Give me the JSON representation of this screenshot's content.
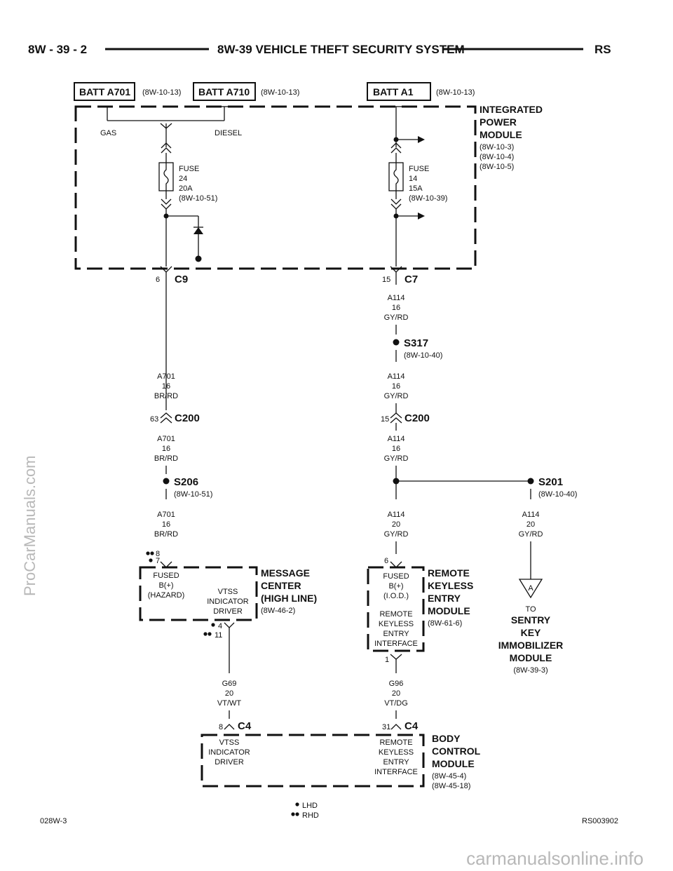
{
  "header": {
    "page": "8W - 39 - 2",
    "title": "8W-39 VEHICLE THEFT SECURITY SYSTEM",
    "code": "RS"
  },
  "batteries": [
    {
      "label": "BATT A701",
      "ref": "(8W-10-13)"
    },
    {
      "label": "BATT A710",
      "ref": "(8W-10-13)"
    },
    {
      "label": "BATT A1",
      "ref": "(8W-10-13)"
    }
  ],
  "ipm": {
    "name_lines": [
      "INTEGRATED",
      "POWER",
      "MODULE"
    ],
    "refs": [
      "(8W-10-3)",
      "(8W-10-4)",
      "(8W-10-5)"
    ],
    "gas": "GAS",
    "diesel": "DIESEL",
    "fuse24": [
      "FUSE",
      "24",
      "20A",
      "(8W-10-51)"
    ],
    "fuse14": [
      "FUSE",
      "14",
      "15A",
      "(8W-10-39)"
    ]
  },
  "connectors": {
    "c9": {
      "name": "C9",
      "pin": "6"
    },
    "c7": {
      "name": "C7",
      "pin": "15"
    },
    "c200_left": {
      "name": "C200",
      "pin": "63"
    },
    "c200_right": {
      "name": "C200",
      "pin": "15"
    },
    "c4_left": {
      "name": "C4",
      "pin": "8"
    },
    "c4_right": {
      "name": "C4",
      "pin": "31"
    }
  },
  "wires": {
    "a701_1": [
      "A701",
      "16",
      "BR/RD"
    ],
    "a701_2": [
      "A701",
      "16",
      "BR/RD"
    ],
    "a701_3": [
      "A701",
      "16",
      "BR/RD"
    ],
    "a114_1": [
      "A114",
      "16",
      "GY/RD"
    ],
    "a114_2": [
      "A114",
      "16",
      "GY/RD"
    ],
    "a114_3": [
      "A114",
      "16",
      "GY/RD"
    ],
    "a114_4": [
      "A114",
      "20",
      "GY/RD"
    ],
    "a114_5": [
      "A114",
      "20",
      "GY/RD"
    ],
    "g69": [
      "G69",
      "20",
      "VT/WT"
    ],
    "g96": [
      "G96",
      "20",
      "VT/DG"
    ]
  },
  "splices": {
    "s317": {
      "name": "S317",
      "ref": "(8W-10-40)"
    },
    "s206": {
      "name": "S206",
      "ref": "(8W-10-51)"
    },
    "s201": {
      "name": "S201",
      "ref": "(8W-10-40)"
    }
  },
  "message_center": {
    "name_lines": [
      "MESSAGE",
      "CENTER",
      "(HIGH LINE)"
    ],
    "ref": "(8W-46-2)",
    "fused_lines": [
      "FUSED",
      "B(+)",
      "(HAZARD)"
    ],
    "vtss_lines": [
      "VTSS",
      "INDICATOR",
      "DRIVER"
    ],
    "pin_top_rhd": "8",
    "pin_top_lhd": "7",
    "pin_bot_lhd": "4",
    "pin_bot_rhd": "11"
  },
  "rke": {
    "name_lines": [
      "REMOTE",
      "KEYLESS",
      "ENTRY",
      "MODULE"
    ],
    "ref": "(8W-61-6)",
    "fused_lines": [
      "FUSED",
      "B(+)",
      "(I.O.D.)"
    ],
    "iface_lines": [
      "REMOTE",
      "KEYLESS",
      "ENTRY",
      "INTERFACE"
    ],
    "pin_top": "6",
    "pin_bot": "1"
  },
  "skim": {
    "ref_letter": "A",
    "to": "TO",
    "name_lines": [
      "SENTRY",
      "KEY",
      "IMMOBILIZER",
      "MODULE"
    ],
    "ref": "(8W-39-3)"
  },
  "bcm": {
    "name_lines": [
      "BODY",
      "CONTROL",
      "MODULE"
    ],
    "refs": [
      "(8W-45-4)",
      "(8W-45-18)"
    ],
    "vtss_lines": [
      "VTSS",
      "INDICATOR",
      "DRIVER"
    ],
    "iface_lines": [
      "REMOTE",
      "KEYLESS",
      "ENTRY",
      "INTERFACE"
    ]
  },
  "legend": {
    "lhd": "LHD",
    "rhd": "RHD"
  },
  "footer": {
    "left": "028W-3",
    "right": "RS003902"
  },
  "watermarks": {
    "side": "ProCarManuals.com",
    "bottom": "carmanualsonline.info"
  }
}
